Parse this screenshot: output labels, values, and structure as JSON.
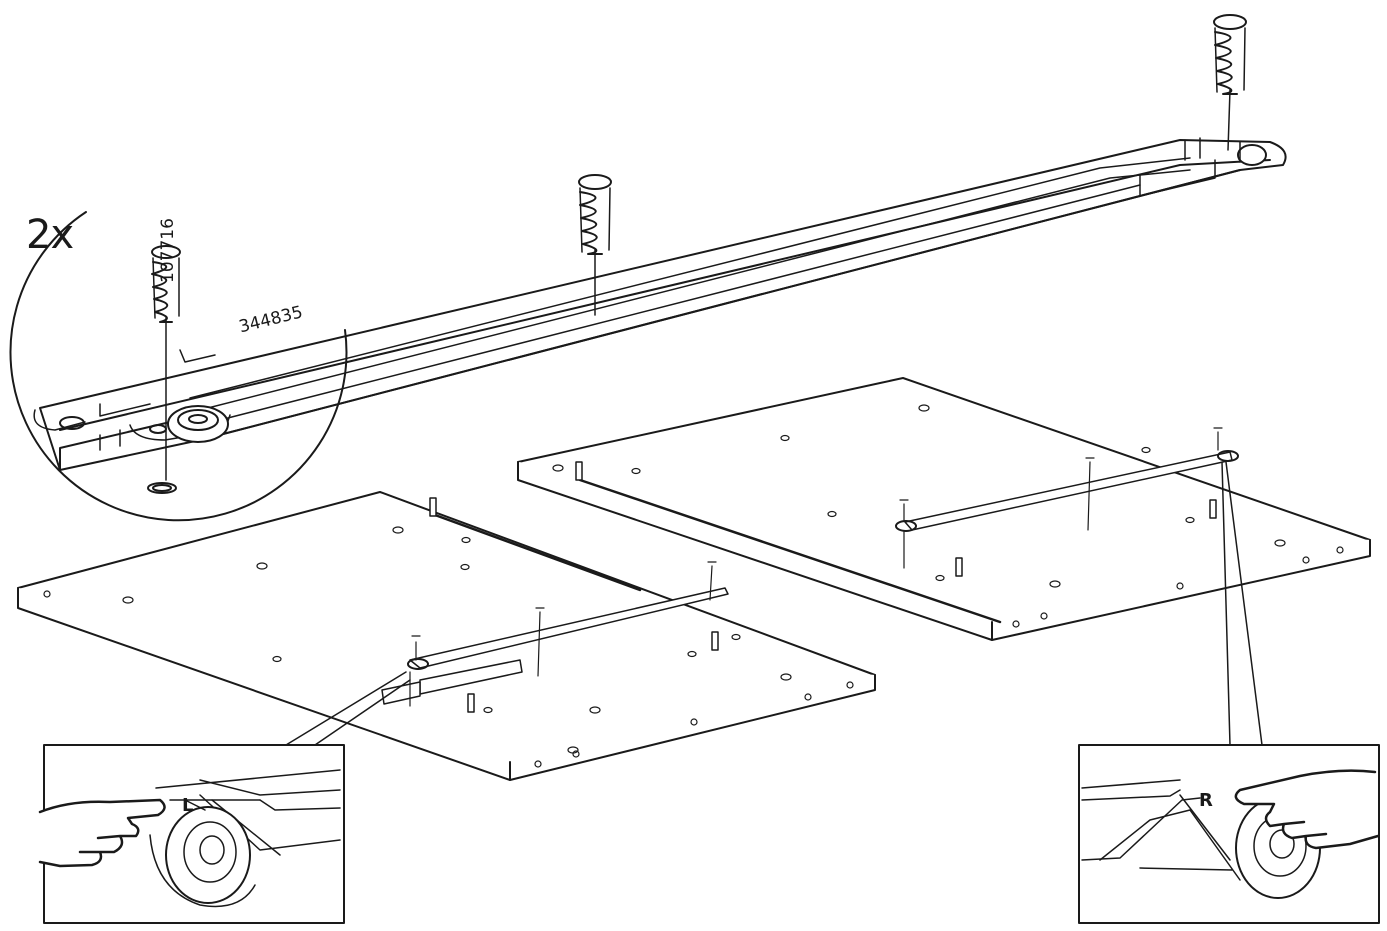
{
  "callout": {
    "quantity": "2x",
    "screw_part_number": "107716",
    "runner_part_number": "344835"
  },
  "detail_left": {
    "side_mark": "L"
  },
  "detail_right": {
    "side_mark": "R"
  },
  "colors": {
    "line": "#1a1a1a",
    "fill": "#ffffff",
    "shade": "#d9d9d9"
  }
}
